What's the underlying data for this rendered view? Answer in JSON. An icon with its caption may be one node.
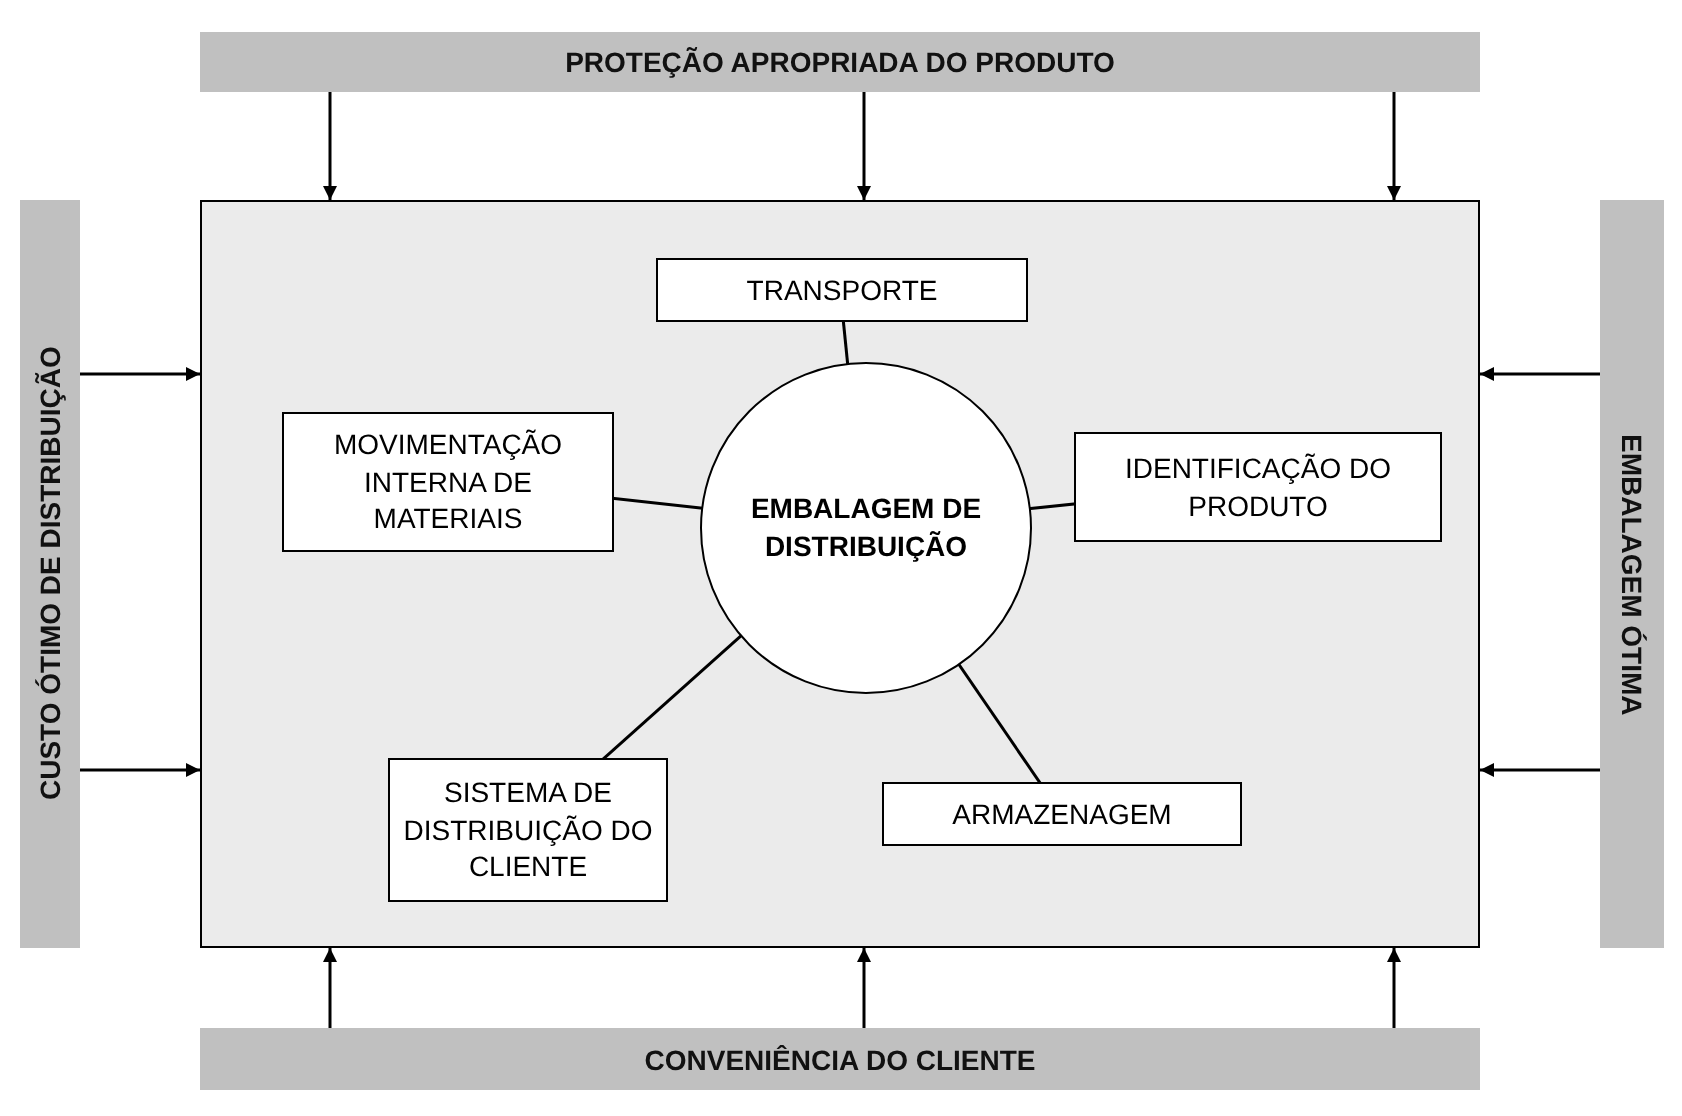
{
  "diagram": {
    "nodes": [
      {
        "text": [
          "PROTEÇÃO APROPRIADA DO PRODUTO"
        ]
      },
      {
        "text": [
          "CUSTO ÓTIMO DE DISTRIBUIÇÃO"
        ]
      },
      {
        "text": [],
        "shape": "box"
      },
      {
        "text": [
          "TRANSPORTE"
        ],
        "in": 2
      },
      {
        "text": [
          "MOVIMENTAÇÃO INTERNA DE MATERIAIS"
        ],
        "in": 2
      },
      {
        "text": [
          "EMBALAGEM DE DISTRIBUIÇÃO"
        ],
        "in": 2
      },
      {
        "text": [
          "IDENTIFICAÇÃO DO PRODUTO"
        ],
        "in": 2
      },
      {
        "text": [
          "SISTEMA DE DISTRIBUIÇÃO DO CLIENTE"
        ],
        "in": 2
      },
      {
        "text": [
          "ARMAZENAGEM"
        ],
        "in": 2
      },
      {
        "text": [
          "EMBALAGEM ÓTIMA"
        ]
      },
      {
        "text": [
          "CONVENIÊNCIA DO CLIENTE"
        ]
      }
    ],
    "edges": [
      {
        "from": 0,
        "to": 2,
        "arrow": "to"
      },
      {
        "from": 0,
        "to": 2,
        "arrow": "to"
      },
      {
        "from": 0,
        "to": 2,
        "arrow": "to"
      },
      {
        "from": 1,
        "to": 2,
        "arrow": "to"
      },
      {
        "from": 1,
        "to": 2,
        "arrow": "to"
      },
      {
        "from": 9,
        "to": 2,
        "arrow": "to"
      },
      {
        "from": 9,
        "to": 2,
        "arrow": "to"
      },
      {
        "from": 10,
        "to": 2,
        "arrow": "to"
      },
      {
        "from": 10,
        "to": 2,
        "arrow": "to"
      },
      {
        "from": 10,
        "to": 2,
        "arrow": "to"
      },
      {
        "from": 5,
        "to": 3,
        "arrow": "none"
      },
      {
        "from": 5,
        "to": 4,
        "arrow": "none"
      },
      {
        "from": 5,
        "to": 6,
        "arrow": "none"
      },
      {
        "from": 5,
        "to": 7,
        "arrow": "none"
      },
      {
        "from": 5,
        "to": 8,
        "arrow": "none"
      }
    ]
  }
}
